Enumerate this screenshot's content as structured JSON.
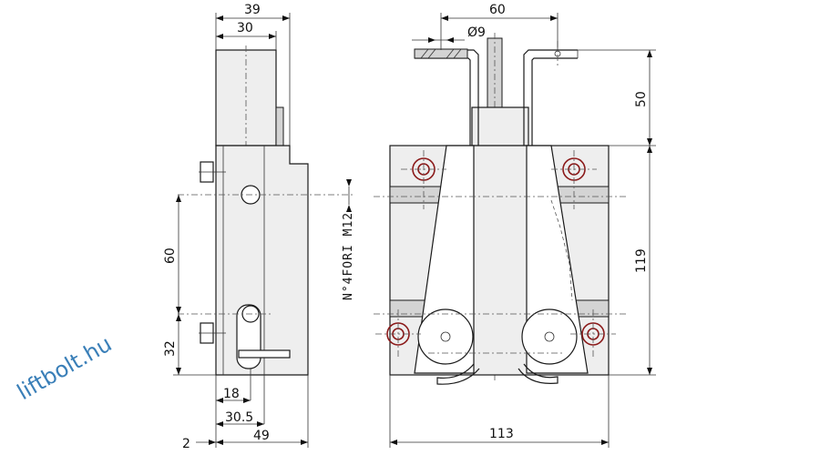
{
  "watermark": "liftbolt.hu",
  "side_view": {
    "dim_total_top": "39",
    "dim_inner_top": "30",
    "dim_height_60": "60",
    "dim_height_32": "32",
    "dim_bottom_18": "18",
    "dim_bottom_30_5": "30.5",
    "dim_bottom_49": "49",
    "dim_offset_2": "2",
    "note_bolts": "N°4FORI M12"
  },
  "front_view": {
    "dim_top_60": "60",
    "dim_hole": "Ø9",
    "dim_right_50": "50",
    "dim_right_119": "119",
    "dim_bottom_113": "113"
  },
  "colors": {
    "lines": "#1a1a1a",
    "bolts": "#8b1a1a",
    "watermark": "#3a7fb8",
    "fill": "#eeeeee"
  }
}
